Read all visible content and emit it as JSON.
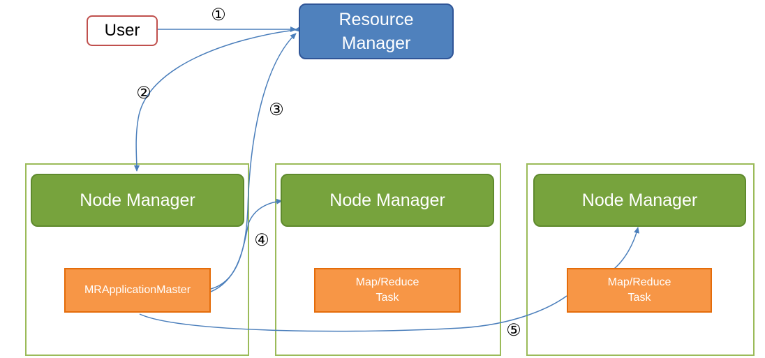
{
  "user": {
    "label": "User"
  },
  "resource_manager": {
    "label": "Resource\nManager"
  },
  "nodes": [
    {
      "manager_label": "Node Manager",
      "task_label": "MRApplicationMaster"
    },
    {
      "manager_label": "Node Manager",
      "task_label": "Map/Reduce\nTask"
    },
    {
      "manager_label": "Node Manager",
      "task_label": "Map/Reduce\nTask"
    }
  ],
  "steps": [
    "①",
    "②",
    "③",
    "④",
    "⑤"
  ],
  "colors": {
    "user_border": "#c0504d",
    "resource_manager": "#4f81bd",
    "node_manager": "#77a33d",
    "node_frame": "#9bbb59",
    "task": "#f79646",
    "arrow": "#4a7ebb"
  }
}
